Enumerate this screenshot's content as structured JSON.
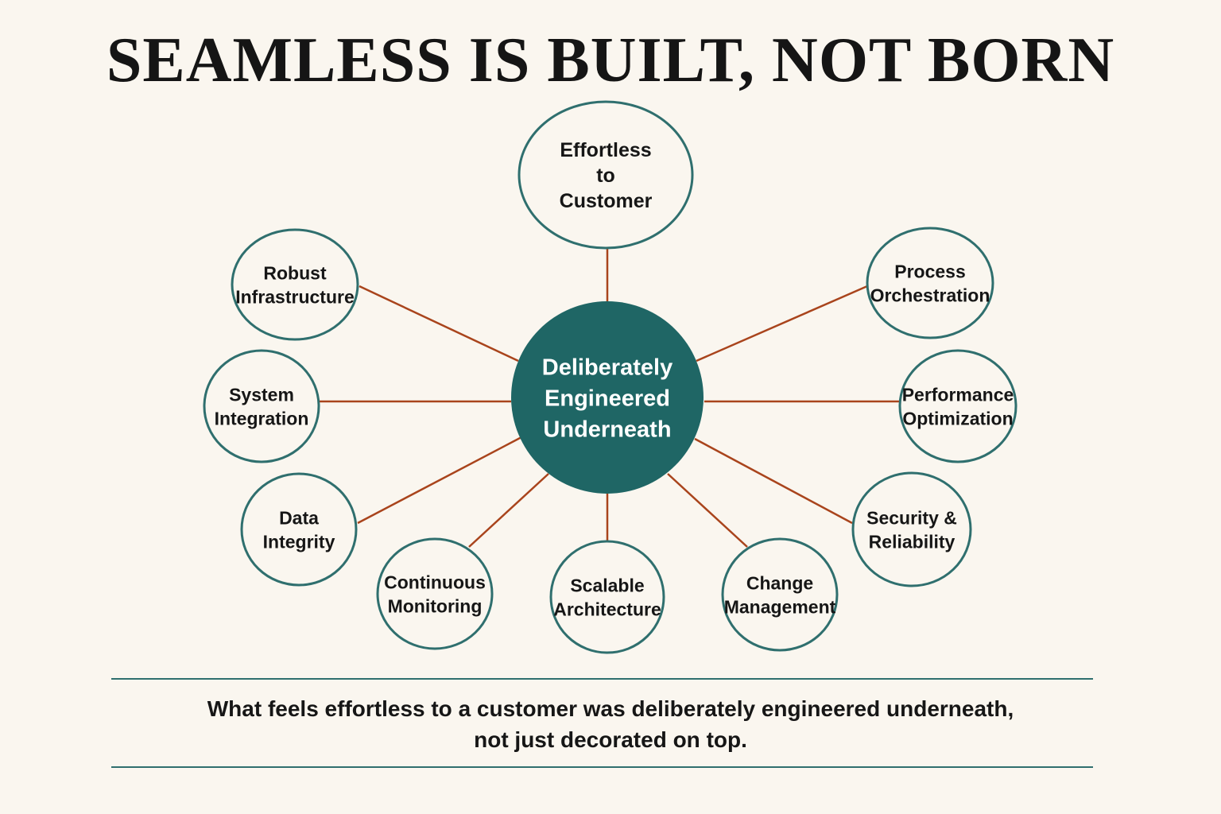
{
  "title": "SEAMLESS IS BUILT, NOT BORN",
  "center": {
    "lines": [
      "Deliberately",
      "Engineered",
      "Underneath"
    ]
  },
  "nodes": [
    {
      "id": "effortless-to-customer",
      "lines": [
        "Effortless",
        "to",
        "Customer"
      ]
    },
    {
      "id": "robust-infrastructure",
      "lines": [
        "Robust",
        "Infrastructure"
      ]
    },
    {
      "id": "process-orchestration",
      "lines": [
        "Process",
        "Orchestration"
      ]
    },
    {
      "id": "system-integration",
      "lines": [
        "System",
        "Integration"
      ]
    },
    {
      "id": "performance-optimization",
      "lines": [
        "Performance",
        "Optimization"
      ]
    },
    {
      "id": "data-integrity",
      "lines": [
        "Data",
        "Integrity"
      ]
    },
    {
      "id": "security-reliability",
      "lines": [
        "Security &",
        "Reliability"
      ]
    },
    {
      "id": "continuous-monitoring",
      "lines": [
        "Continuous",
        "Monitoring"
      ]
    },
    {
      "id": "scalable-architecture",
      "lines": [
        "Scalable",
        "Architecture"
      ]
    },
    {
      "id": "change-management",
      "lines": [
        "Change",
        "Management"
      ]
    }
  ],
  "caption": {
    "line1": "What feels effortless to a customer was deliberately engineered underneath,",
    "line2": "not just decorated on top."
  },
  "colors": {
    "background": "#faf6ef",
    "teal": "#1f6665",
    "outline": "#2f6f6e",
    "connector": "#a9441c",
    "text": "#161616"
  }
}
